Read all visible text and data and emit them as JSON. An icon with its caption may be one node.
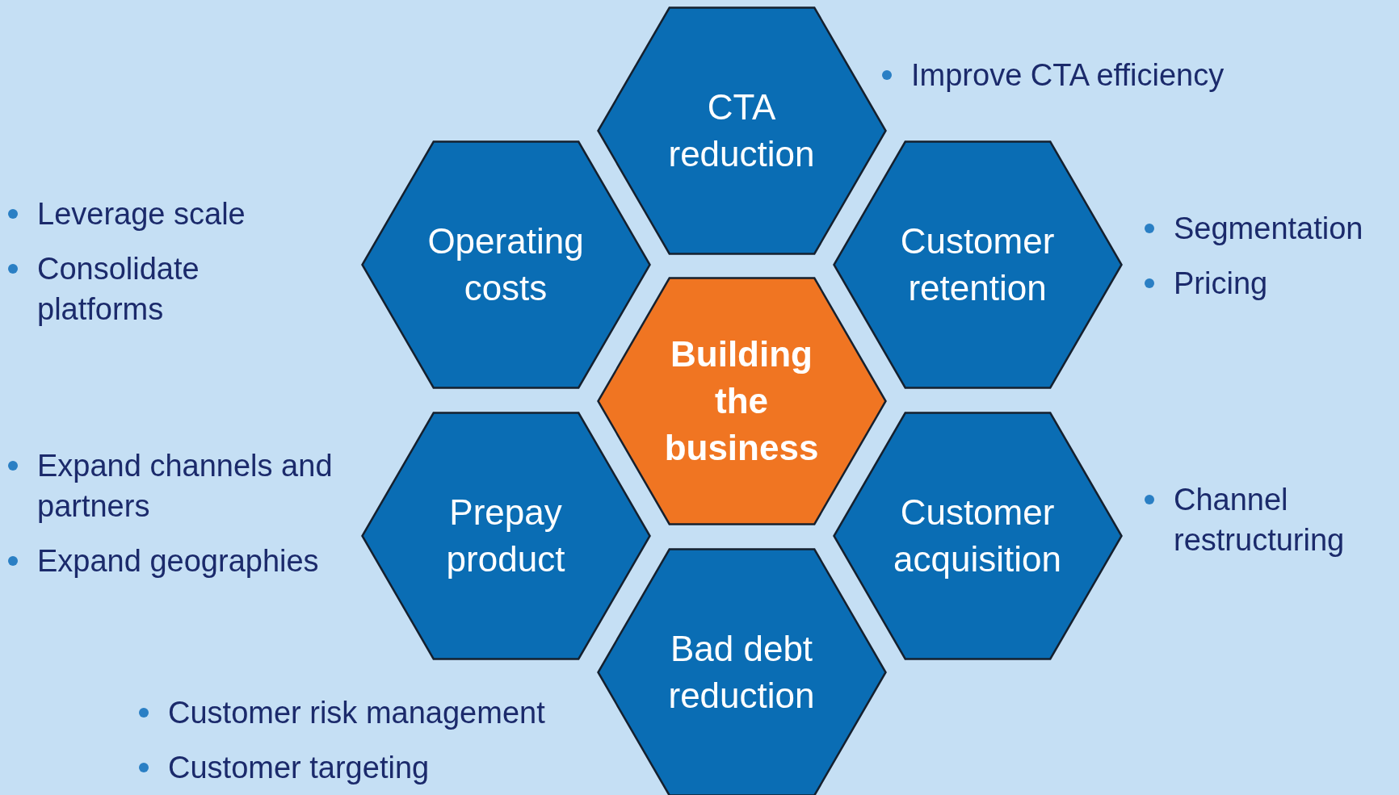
{
  "diagram": {
    "nodes": [
      {
        "text": [
          "CTA reduction"
        ],
        "beside": [
          "Improve CTA efficiency"
        ]
      },
      {
        "text": [
          "Operating costs"
        ],
        "beside": [
          "Leverage scale",
          "Consolidate platforms"
        ]
      },
      {
        "text": [
          "Customer retention"
        ],
        "beside": [
          "Segmentation",
          "Pricing"
        ]
      },
      {
        "text": [
          "Building the business"
        ]
      },
      {
        "text": [
          "Prepay product"
        ],
        "beside": [
          "Expand channels and partners",
          "Expand geographies"
        ]
      },
      {
        "text": [
          "Customer acquisition"
        ],
        "beside": [
          "Channel restructuring"
        ]
      },
      {
        "text": [
          "Bad debt reduction"
        ],
        "beside": [
          "Customer risk management",
          "Customer targeting"
        ]
      }
    ]
  }
}
